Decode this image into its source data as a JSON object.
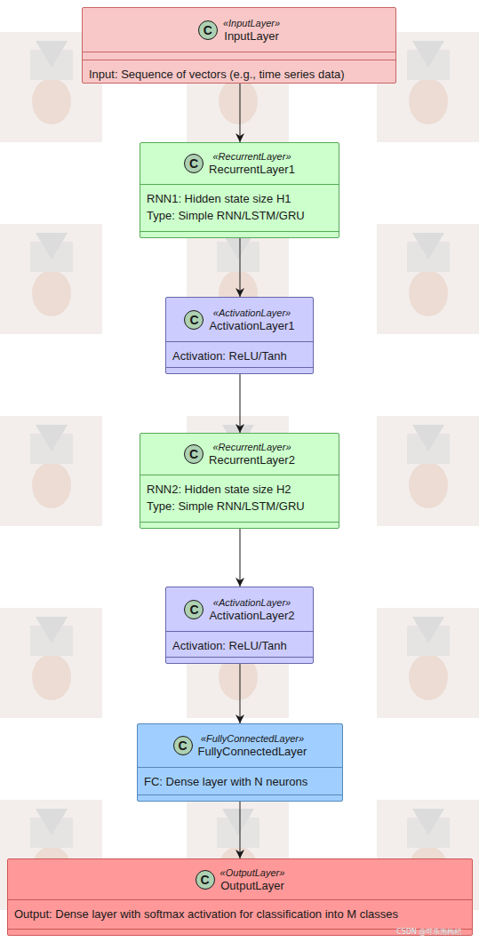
{
  "diagram": {
    "nodes": [
      {
        "text": [
          "C",
          "«InputLayer»",
          "InputLayer",
          "Input: Sequence of vectors (e.g., time series data)"
        ]
      },
      {
        "text": [
          "C",
          "«RecurrentLayer»",
          "RecurrentLayer1",
          "RNN1: Hidden state size H1",
          "Type: Simple RNN/LSTM/GRU"
        ]
      },
      {
        "text": [
          "C",
          "«ActivationLayer»",
          "ActivationLayer1",
          "Activation: ReLU/Tanh"
        ]
      },
      {
        "text": [
          "C",
          "«RecurrentLayer»",
          "RecurrentLayer2",
          "RNN2: Hidden state size H2",
          "Type: Simple RNN/LSTM/GRU"
        ]
      },
      {
        "text": [
          "C",
          "«ActivationLayer»",
          "ActivationLayer2",
          "Activation: ReLU/Tanh"
        ]
      },
      {
        "text": [
          "C",
          "«FullyConnectedLayer»",
          "FullyConnectedLayer",
          "FC: Dense layer with N neurons"
        ]
      },
      {
        "text": [
          "C",
          "«OutputLayer»",
          "OutputLayer",
          "Output: Dense layer with softmax activation for classification into M classes"
        ]
      }
    ],
    "edges": [
      {
        "from": 0,
        "to": 1,
        "arrow": "to"
      },
      {
        "from": 1,
        "to": 2,
        "arrow": "to"
      },
      {
        "from": 2,
        "to": 3,
        "arrow": "to"
      },
      {
        "from": 3,
        "to": 4,
        "arrow": "to"
      },
      {
        "from": 4,
        "to": 5,
        "arrow": "to"
      },
      {
        "from": 5,
        "to": 6,
        "arrow": "to"
      }
    ],
    "labels": [
      "CSDN @可乐泡枸杞"
    ]
  }
}
